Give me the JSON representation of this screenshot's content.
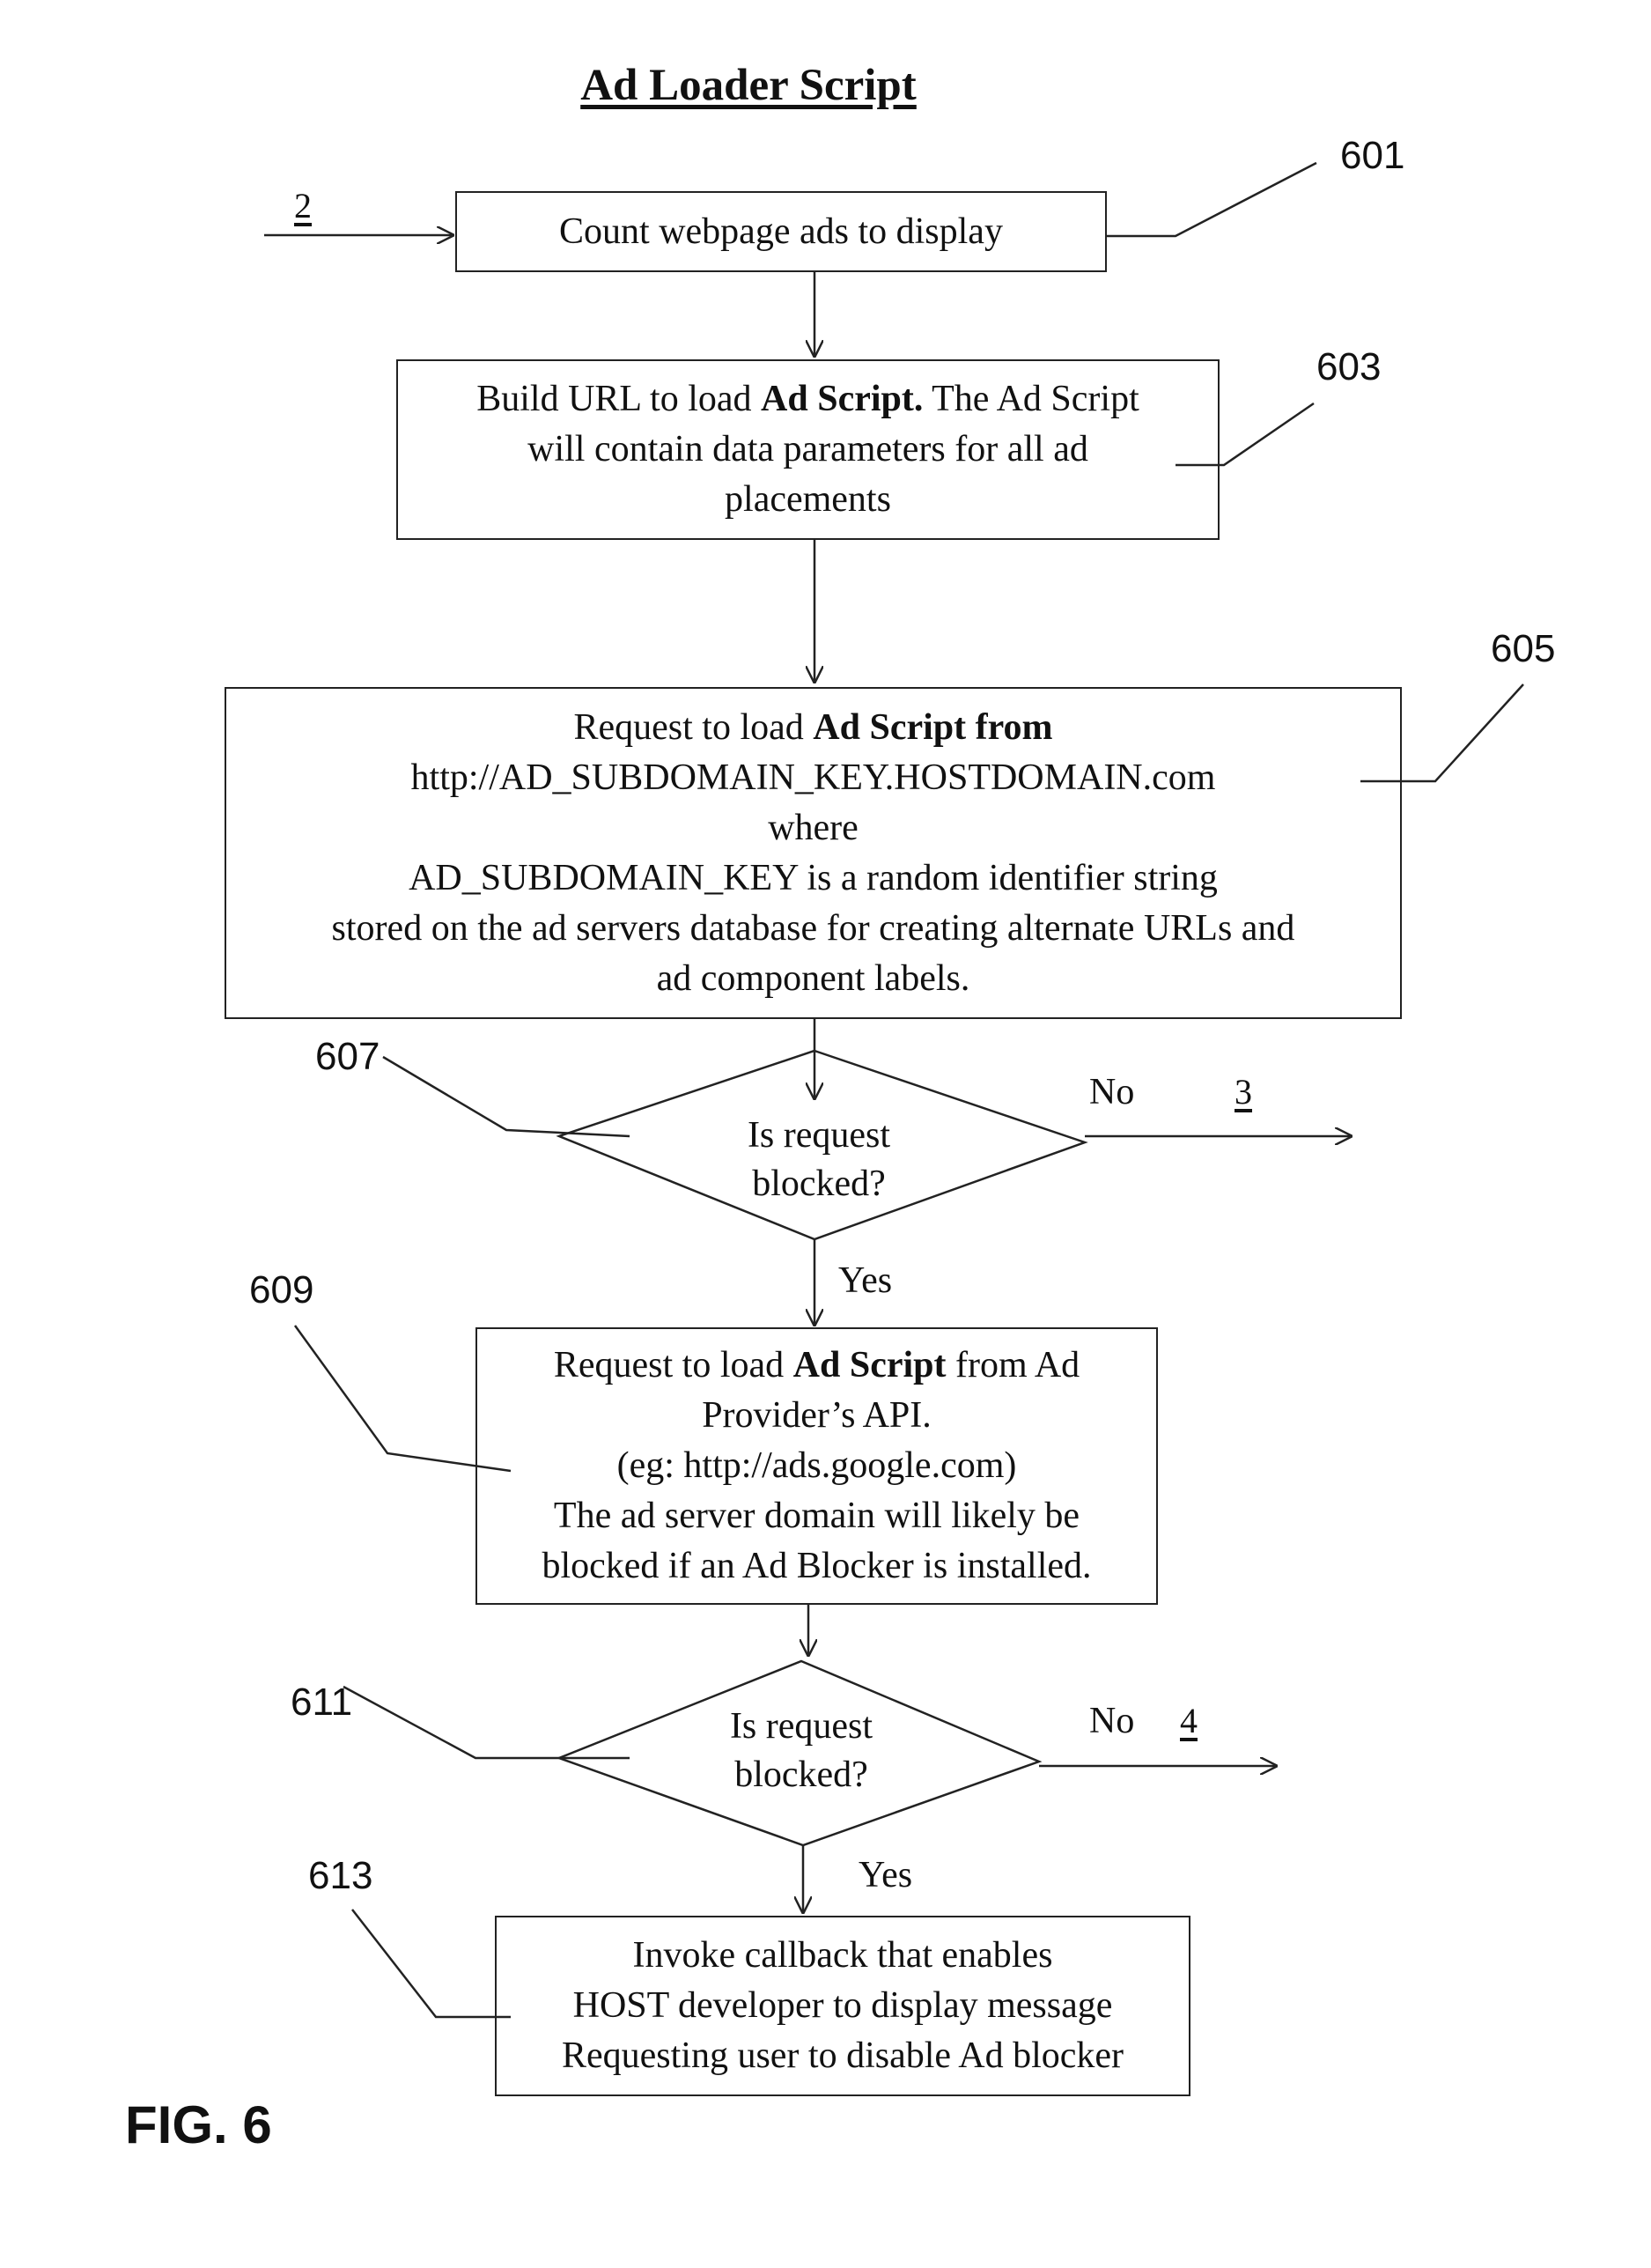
{
  "title": "Ad Loader Script",
  "figure_label": "FIG. 6",
  "connectors": {
    "in": "2",
    "out_no_1": "3",
    "out_no_2": "4"
  },
  "refs": {
    "r601": "601",
    "r603": "603",
    "r605": "605",
    "r607": "607",
    "r609": "609",
    "r611": "611",
    "r613": "613"
  },
  "steps": {
    "s601": {
      "line1": "Count webpage ads to display"
    },
    "s603": {
      "line1_pre": "Build URL to load ",
      "line1_bold": "Ad Script.",
      "line1_post": " The Ad Script",
      "line2": "will contain data parameters for all ad",
      "line3": "placements"
    },
    "s605": {
      "line1_pre": "Request to load ",
      "line1_bold": "Ad Script from",
      "line2": "http://AD_SUBDOMAIN_KEY.HOSTDOMAIN.com",
      "line3": "where",
      "line4": "AD_SUBDOMAIN_KEY is a random identifier string",
      "line5": "stored on the ad servers database for creating alternate URLs and",
      "line6": "ad component labels."
    },
    "s609": {
      "line1_pre": "Request to load ",
      "line1_bold": "Ad Script",
      "line1_post": " from Ad",
      "line2": "Provider’s API.",
      "line3": "(eg: http://ads.google.com)",
      "line4": "The ad server domain will likely be",
      "line5": "blocked if an Ad Blocker is installed."
    },
    "s613": {
      "line1": "Invoke callback that enables",
      "line2": "HOST developer to display message",
      "line3": "Requesting user to disable Ad blocker"
    }
  },
  "decisions": {
    "d607": {
      "line1": "Is request",
      "line2": "blocked?",
      "yes": "Yes",
      "no": "No"
    },
    "d611": {
      "line1": "Is request",
      "line2": "blocked?",
      "yes": "Yes",
      "no": "No"
    }
  }
}
